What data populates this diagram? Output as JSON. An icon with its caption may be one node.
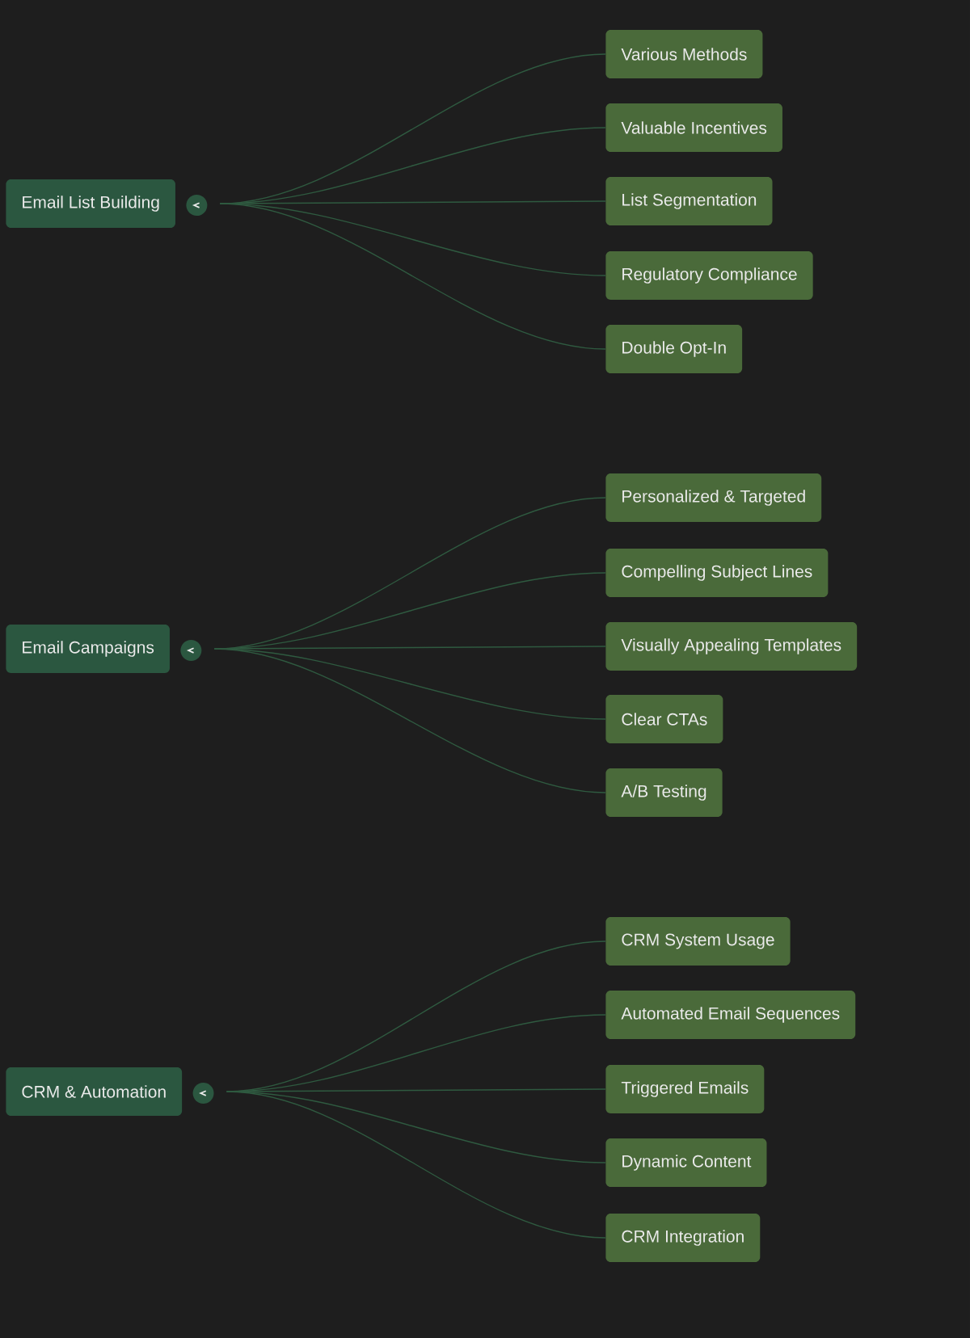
{
  "diagram": {
    "nodes": [
      {
        "text": [
          "Email List Building"
        ]
      },
      {
        "text": [
          "Various Methods"
        ]
      },
      {
        "text": [
          "Valuable Incentives"
        ]
      },
      {
        "text": [
          "List Segmentation"
        ]
      },
      {
        "text": [
          "Regulatory Compliance"
        ]
      },
      {
        "text": [
          "Double Opt-In"
        ]
      },
      {
        "text": [
          "Email Campaigns"
        ]
      },
      {
        "text": [
          "Personalized & Targeted"
        ]
      },
      {
        "text": [
          "Compelling Subject Lines"
        ]
      },
      {
        "text": [
          "Visually Appealing Templates"
        ]
      },
      {
        "text": [
          "Clear CTAs"
        ]
      },
      {
        "text": [
          "A/B Testing"
        ]
      },
      {
        "text": [
          "CRM & Automation"
        ]
      },
      {
        "text": [
          "CRM System Usage"
        ]
      },
      {
        "text": [
          "Automated Email Sequences"
        ]
      },
      {
        "text": [
          "Triggered Emails"
        ]
      },
      {
        "text": [
          "Dynamic Content"
        ]
      },
      {
        "text": [
          "CRM Integration"
        ]
      }
    ],
    "edges": [
      {
        "from": 0,
        "to": 1,
        "arrow": "none"
      },
      {
        "from": 0,
        "to": 2,
        "arrow": "none"
      },
      {
        "from": 0,
        "to": 3,
        "arrow": "none"
      },
      {
        "from": 0,
        "to": 4,
        "arrow": "none"
      },
      {
        "from": 0,
        "to": 5,
        "arrow": "none"
      },
      {
        "from": 6,
        "to": 7,
        "arrow": "none"
      },
      {
        "from": 6,
        "to": 8,
        "arrow": "none"
      },
      {
        "from": 6,
        "to": 9,
        "arrow": "none"
      },
      {
        "from": 6,
        "to": 10,
        "arrow": "none"
      },
      {
        "from": 6,
        "to": 11,
        "arrow": "none"
      },
      {
        "from": 12,
        "to": 13,
        "arrow": "none"
      },
      {
        "from": 12,
        "to": 14,
        "arrow": "none"
      },
      {
        "from": 12,
        "to": 15,
        "arrow": "none"
      },
      {
        "from": 12,
        "to": 16,
        "arrow": "none"
      },
      {
        "from": 12,
        "to": 17,
        "arrow": "none"
      }
    ]
  }
}
